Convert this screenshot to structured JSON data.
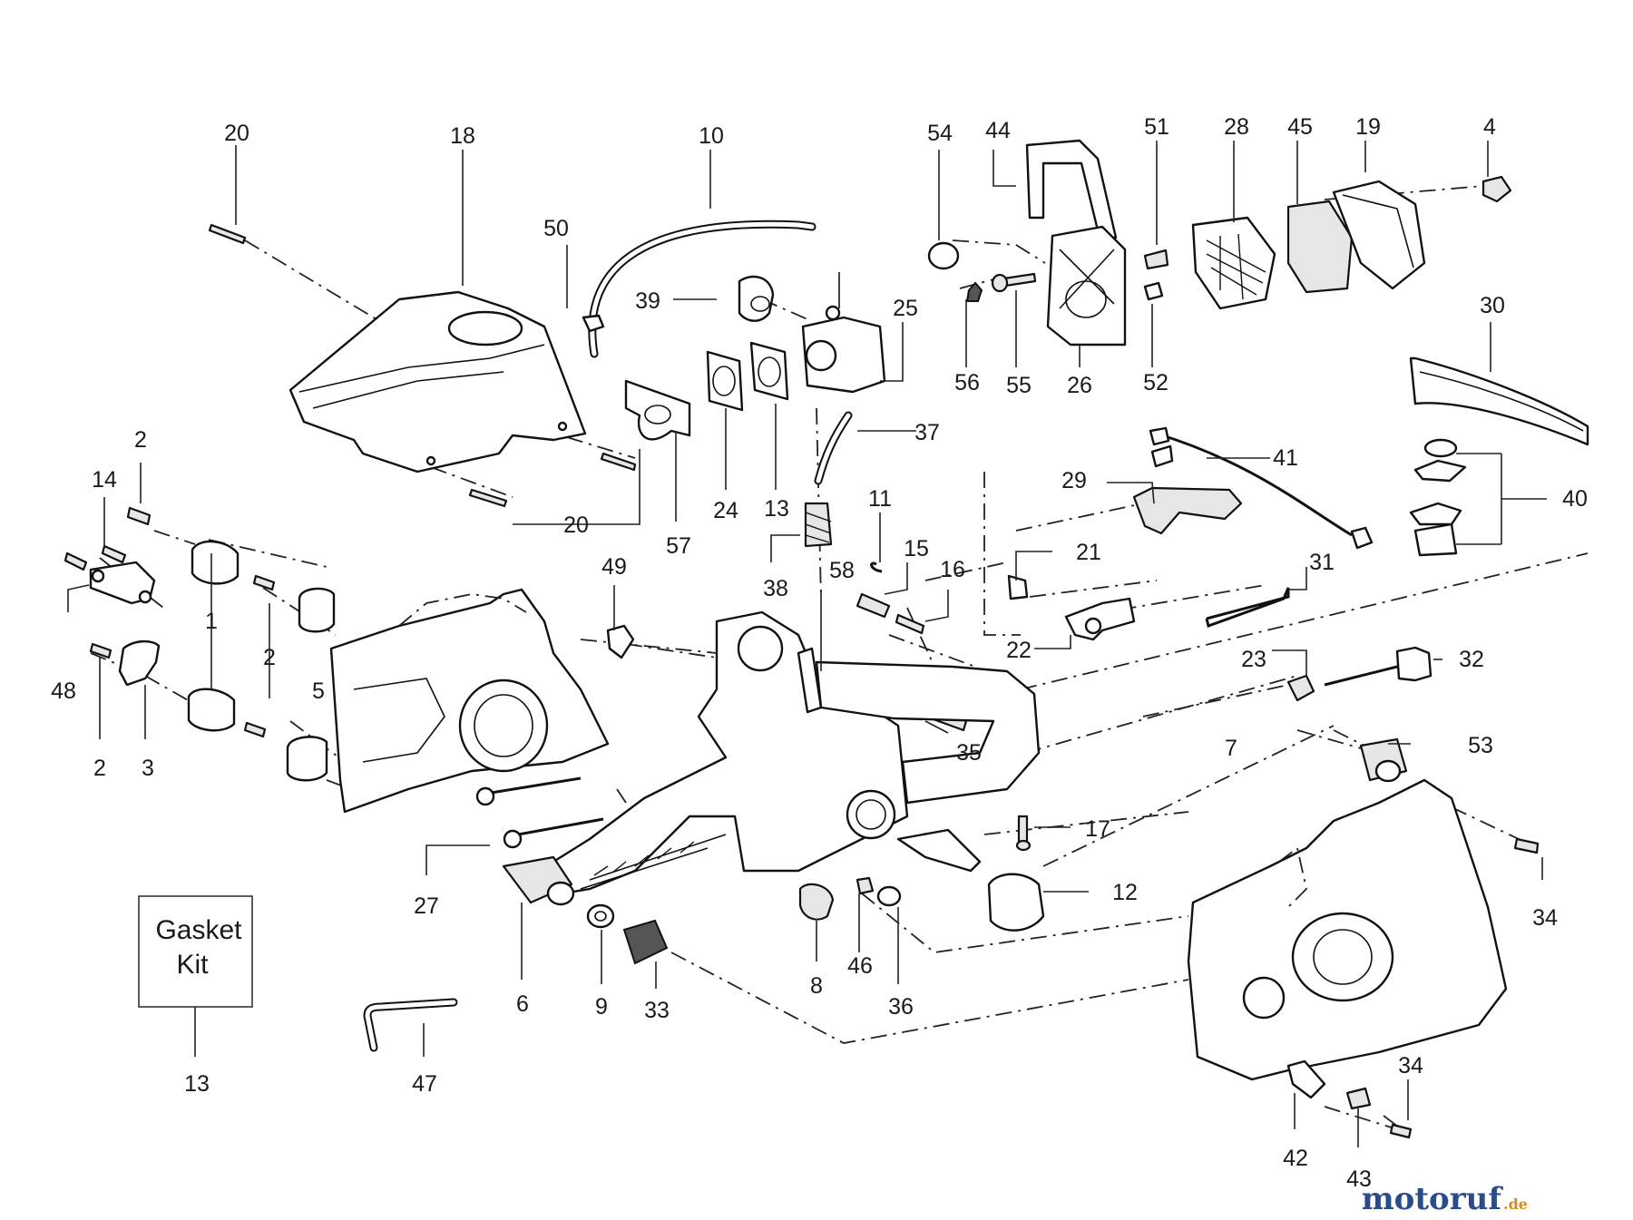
{
  "diagram": {
    "callouts": [
      {
        "id": "c20a",
        "text": "20"
      },
      {
        "id": "c18",
        "text": "18"
      },
      {
        "id": "c10",
        "text": "10"
      },
      {
        "id": "c54",
        "text": "54"
      },
      {
        "id": "c44",
        "text": "44"
      },
      {
        "id": "c51",
        "text": "51"
      },
      {
        "id": "c28",
        "text": "28"
      },
      {
        "id": "c45",
        "text": "45"
      },
      {
        "id": "c19",
        "text": "19"
      },
      {
        "id": "c4",
        "text": "4"
      },
      {
        "id": "c50",
        "text": "50"
      },
      {
        "id": "c39",
        "text": "39"
      },
      {
        "id": "c25",
        "text": "25"
      },
      {
        "id": "c30",
        "text": "30"
      },
      {
        "id": "c56",
        "text": "56"
      },
      {
        "id": "c55",
        "text": "55"
      },
      {
        "id": "c26",
        "text": "26"
      },
      {
        "id": "c52",
        "text": "52"
      },
      {
        "id": "c37",
        "text": "37"
      },
      {
        "id": "c41",
        "text": "41"
      },
      {
        "id": "c2a",
        "text": "2"
      },
      {
        "id": "c14",
        "text": "14"
      },
      {
        "id": "c20b",
        "text": "20"
      },
      {
        "id": "c24",
        "text": "24"
      },
      {
        "id": "c13a",
        "text": "13"
      },
      {
        "id": "c57",
        "text": "57"
      },
      {
        "id": "c29",
        "text": "29"
      },
      {
        "id": "c40",
        "text": "40"
      },
      {
        "id": "c11",
        "text": "11"
      },
      {
        "id": "c38",
        "text": "38"
      },
      {
        "id": "c21",
        "text": "21"
      },
      {
        "id": "c15",
        "text": "15"
      },
      {
        "id": "c16",
        "text": "16"
      },
      {
        "id": "c31",
        "text": "31"
      },
      {
        "id": "c49",
        "text": "49"
      },
      {
        "id": "c58",
        "text": "58"
      },
      {
        "id": "c1",
        "text": "1"
      },
      {
        "id": "c2b",
        "text": "2"
      },
      {
        "id": "c22",
        "text": "22"
      },
      {
        "id": "c23",
        "text": "23"
      },
      {
        "id": "c32",
        "text": "32"
      },
      {
        "id": "c48",
        "text": "48"
      },
      {
        "id": "c5",
        "text": "5"
      },
      {
        "id": "c35",
        "text": "35"
      },
      {
        "id": "c7",
        "text": "7"
      },
      {
        "id": "c53",
        "text": "53"
      },
      {
        "id": "c2c",
        "text": "2"
      },
      {
        "id": "c3",
        "text": "3"
      },
      {
        "id": "c17",
        "text": "17"
      },
      {
        "id": "c27",
        "text": "27"
      },
      {
        "id": "c12",
        "text": "12"
      },
      {
        "id": "c34a",
        "text": "34"
      },
      {
        "id": "c6",
        "text": "6"
      },
      {
        "id": "c9",
        "text": "9"
      },
      {
        "id": "c33",
        "text": "33"
      },
      {
        "id": "c8",
        "text": "8"
      },
      {
        "id": "c46",
        "text": "46"
      },
      {
        "id": "c36",
        "text": "36"
      },
      {
        "id": "c13b",
        "text": "13"
      },
      {
        "id": "c47",
        "text": "47"
      },
      {
        "id": "c34b",
        "text": "34"
      },
      {
        "id": "c42",
        "text": "42"
      },
      {
        "id": "c43",
        "text": "43"
      }
    ],
    "gasket_kit": {
      "line1": "Gasket",
      "line2": "Kit"
    }
  },
  "watermark": {
    "name": "motoruf",
    "tld": ".de"
  },
  "colors": {
    "line": "#111111",
    "background": "#ffffff",
    "brand_blue": "#2b4c8c",
    "brand_orange": "#d98a1a"
  }
}
